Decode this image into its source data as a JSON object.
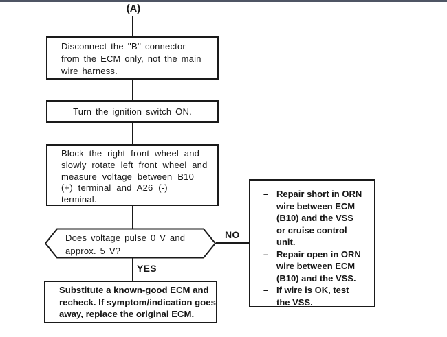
{
  "page": {
    "top_divider_color": "#4f5564",
    "background": "#ffffff",
    "ink_color": "#1a1a1a"
  },
  "flowchart": {
    "entry_label": "(A)",
    "step_disconnect": {
      "lines": [
        "Disconnect the ''B'' connector",
        "from the ECM only, not the main",
        "wire harness."
      ]
    },
    "step_ignition": {
      "label": "Turn the ignition switch ON."
    },
    "step_measure": {
      "lines": [
        "Block the right front wheel and",
        "slowly rotate left front wheel and",
        "measure voltage between B10",
        "(+) terminal and A26 (-)",
        "terminal."
      ]
    },
    "decision": {
      "lines": [
        "Does voltage pulse 0 V and",
        "approx. 5 V?"
      ],
      "no_label": "NO",
      "yes_label": "YES"
    },
    "result": {
      "lines": [
        "Substitute a known-good ECM and",
        "recheck. If symptom/indication goes",
        "away, replace the original ECM."
      ]
    },
    "repair": {
      "bullet": "–",
      "items": [
        {
          "lines": [
            "Repair short in ORN",
            "wire between ECM",
            "(B10) and the VSS",
            "or cruise control",
            "unit."
          ]
        },
        {
          "lines": [
            "Repair open in ORN",
            "wire between ECM",
            "(B10) and the VSS."
          ]
        },
        {
          "lines": [
            "If wire is OK, test",
            "the VSS."
          ]
        }
      ]
    }
  }
}
